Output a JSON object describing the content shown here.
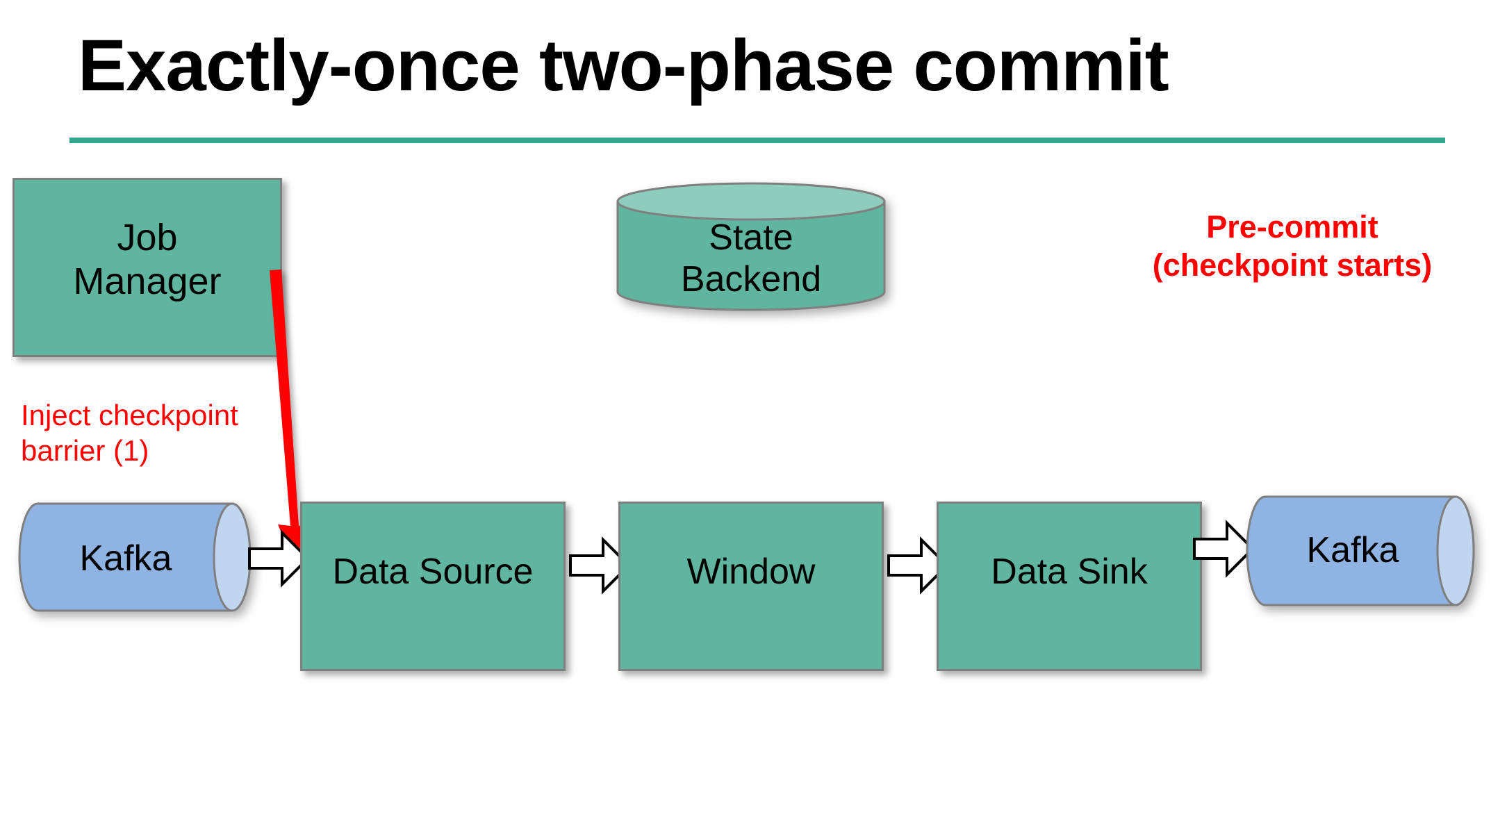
{
  "slide": {
    "title": "Exactly-once two-phase commit",
    "accent_color": "#33A68B",
    "background": "#ffffff"
  },
  "colors": {
    "process_fill": "#5FB5A0",
    "process_border": "#7F7F7F",
    "cylinder_top_fill": "#8ECCBB",
    "kafka_fill": "#8FB4E3",
    "kafka_cap_fill": "#BFD5F0",
    "annotation_red": "#FF0000",
    "arrow_outline": "#000000",
    "arrow_fill": "#FFFFFF"
  },
  "nodes": {
    "job_manager": {
      "label": "Job\nManager",
      "line1": "Job",
      "line2": "Manager",
      "shape": "rectangle"
    },
    "state_backend": {
      "label": "State\nBackend",
      "line1": "State",
      "line2": "Backend",
      "shape": "cylinder"
    },
    "kafka_source": {
      "label": "Kafka",
      "shape": "cylinder-horizontal"
    },
    "data_source": {
      "label": "Data Source",
      "shape": "rectangle"
    },
    "window": {
      "label": "Window",
      "shape": "rectangle"
    },
    "data_sink": {
      "label": "Data Sink",
      "shape": "rectangle"
    },
    "kafka_sink": {
      "label": "Kafka",
      "shape": "cylinder-horizontal"
    }
  },
  "annotations": {
    "inject": {
      "line1": "Inject checkpoint",
      "line2": "barrier (1)",
      "color": "#FF0000",
      "bold": false
    },
    "precommit": {
      "line1": "Pre-commit",
      "line2": "(checkpoint starts)",
      "color": "#FF0000",
      "bold": true
    }
  },
  "flow": {
    "edges": [
      {
        "from": "kafka_source",
        "to": "data_source",
        "style": "block-arrow"
      },
      {
        "from": "data_source",
        "to": "window",
        "style": "block-arrow"
      },
      {
        "from": "window",
        "to": "data_sink",
        "style": "block-arrow"
      },
      {
        "from": "data_sink",
        "to": "kafka_sink",
        "style": "block-arrow"
      },
      {
        "from": "job_manager",
        "to": "data_source",
        "style": "red-arrow",
        "label": "Inject checkpoint barrier (1)"
      }
    ]
  }
}
